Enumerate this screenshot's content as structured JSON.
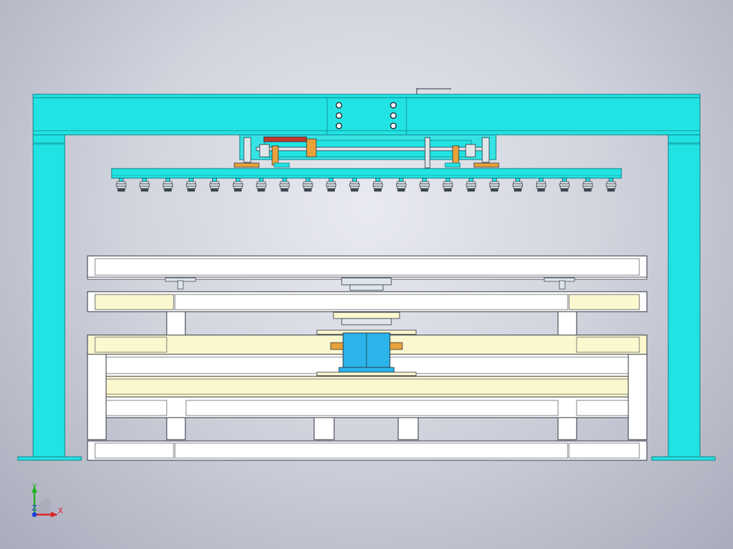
{
  "view": {
    "background_color": "#c9cbd6",
    "model_colors": {
      "frame": "#22e3e3",
      "frame_edge": "#0e7f86",
      "beam": "#ffffff",
      "panel": "#fbf7cf",
      "cylinder": "#2bb3ea",
      "bracket": "#e8a23a",
      "actuator": "#c0392b",
      "edge": "#2a2f3a"
    },
    "suction_cup_count": 22,
    "triad": {
      "x_label": "X",
      "y_label": "Y",
      "z_label": "Z",
      "x_color": "#e02020",
      "y_color": "#20b020",
      "z_color": "#2040e0"
    }
  }
}
